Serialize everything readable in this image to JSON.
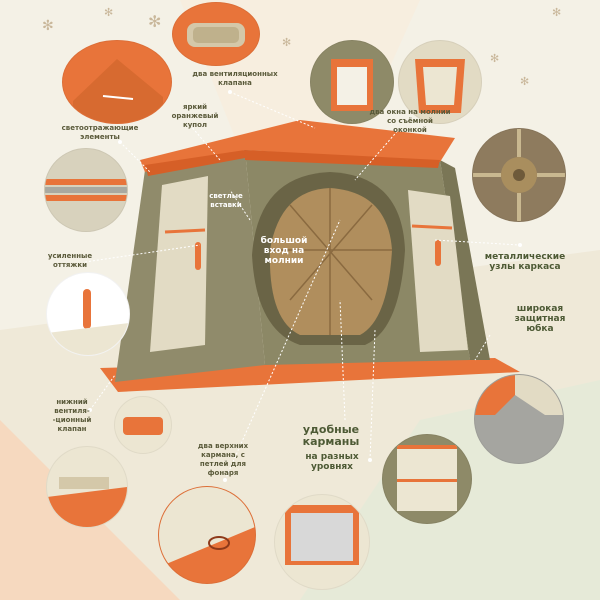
{
  "labels": {
    "vent_valves": "два вентиляционных\nклапана",
    "bright_dome": "яркий\nоранжевый\nкупол",
    "reflective": "светоотражающие\nэлементы",
    "light_inserts": "светлые\nвставки",
    "windows": "два окна на молнии\nсо съёмной\nоконкой",
    "big_entrance": "большой\nвход на\nмолнии",
    "reinforced": "усиленные\nоттяжки",
    "metal_nodes": "металлические\nузлы каркаса",
    "skirt": "широкая\nзащитная\nюбка",
    "bottom_vent": "нижний\nвентиля-\n-ционный\nклапан",
    "top_pockets": "два верхних\nкармана, с\nпетлей для\nфонаря",
    "pockets": "удобные\nкарманы",
    "pockets_sub": "на разных\nуровнях"
  },
  "colors": {
    "orange": "#e8743a",
    "olive": "#8e8a68",
    "cream": "#ece6d2",
    "text": "#5a5a3a"
  }
}
